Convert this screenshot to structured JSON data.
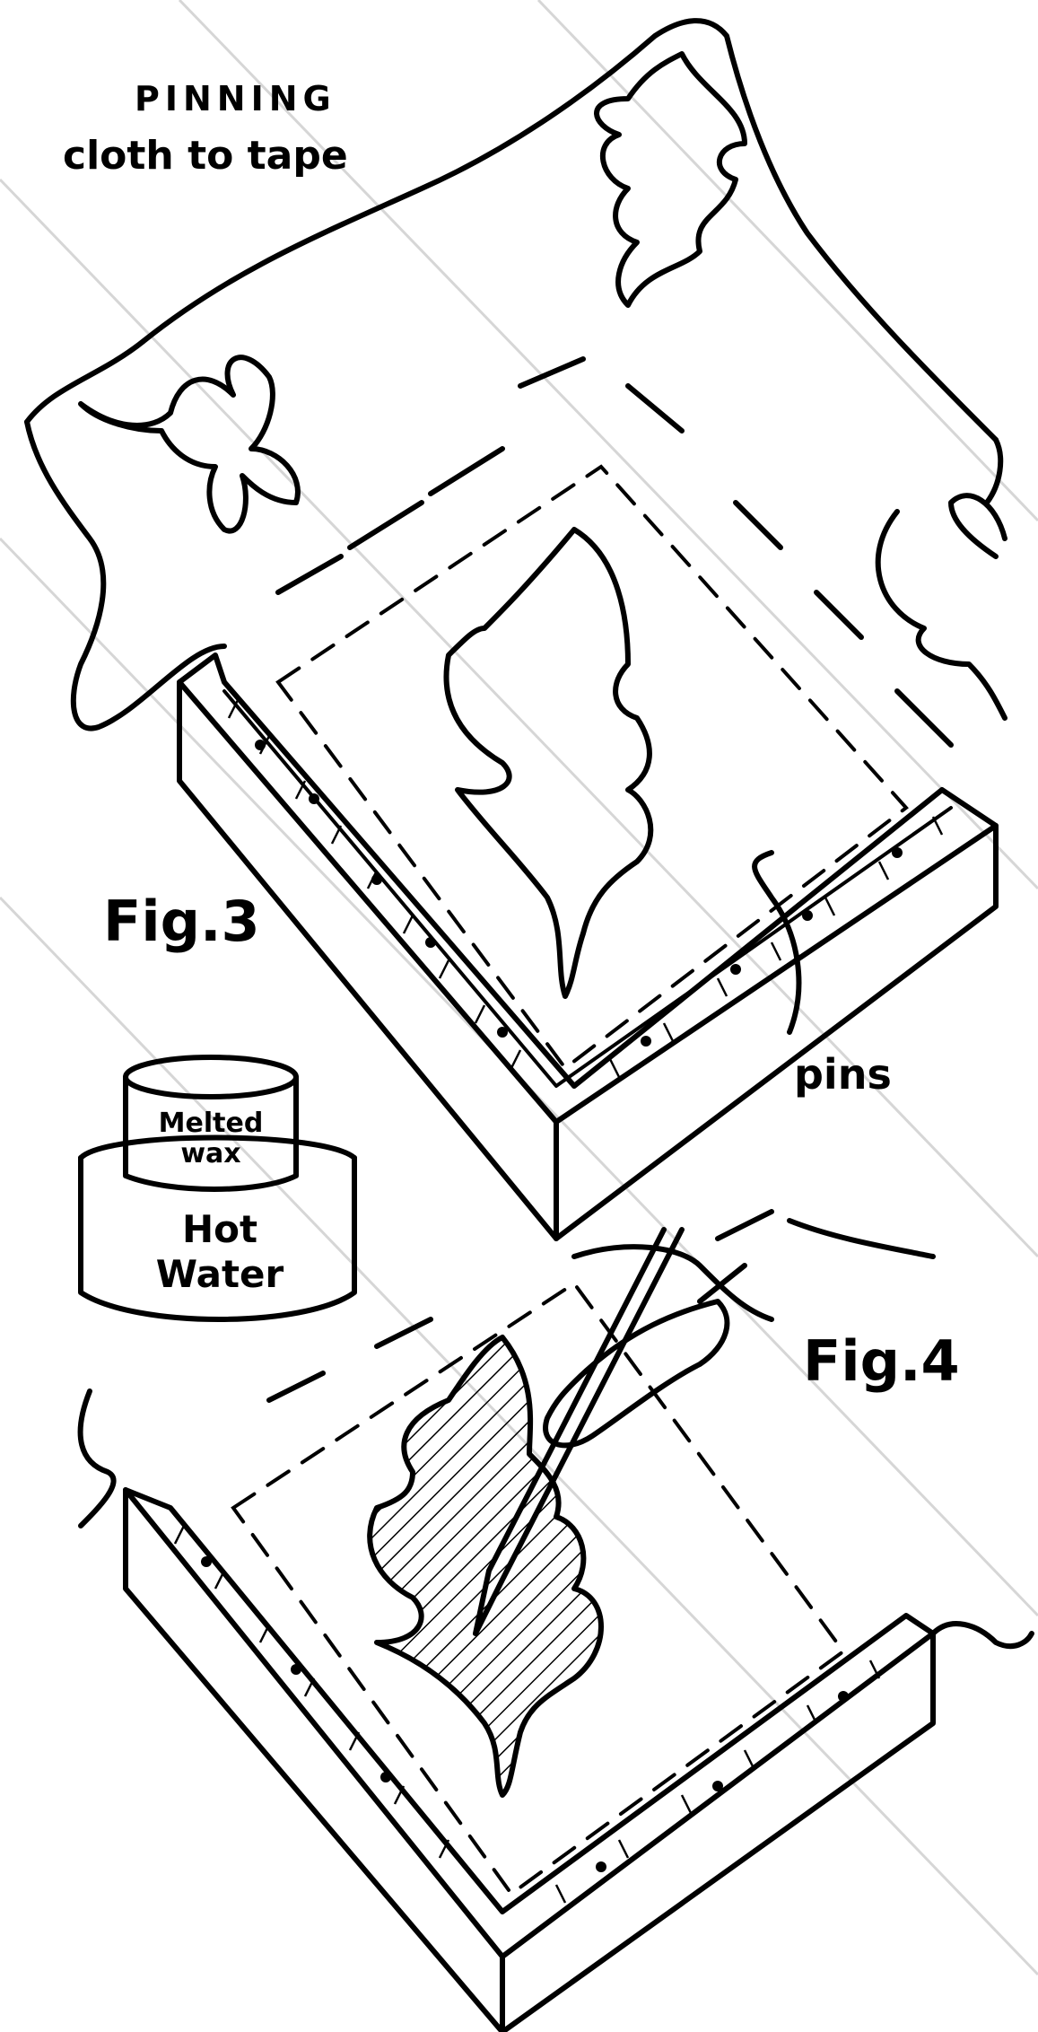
{
  "labels": {
    "pinning_line1": "PINNING",
    "pinning_line2": "cloth to tape",
    "fig3": "Fig.3",
    "pins": "pins",
    "wax": "Melted wax",
    "water": "Hot Water",
    "fig4": "Fig.4"
  }
}
